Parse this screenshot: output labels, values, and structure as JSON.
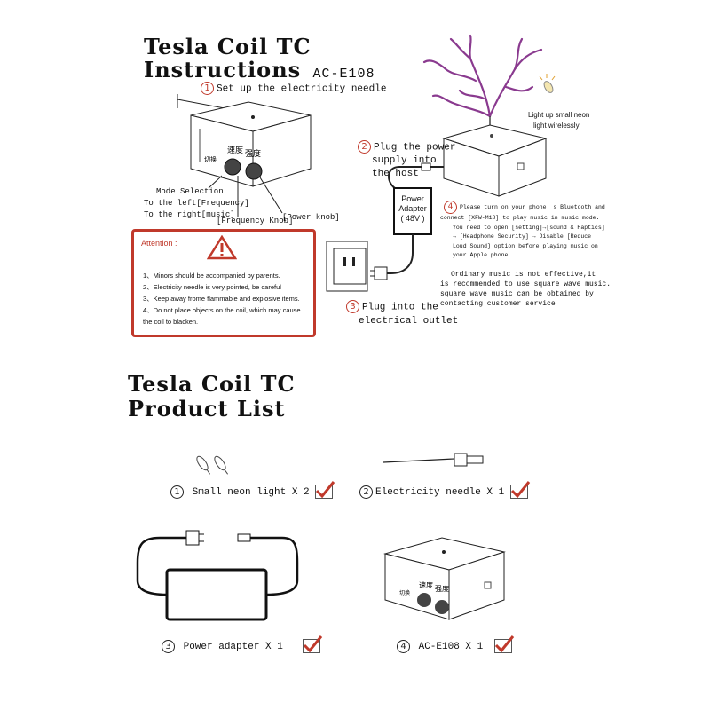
{
  "instructions": {
    "title_line1": "Tesla Coil TC",
    "title_line2": "Instructions",
    "model": "AC-E108",
    "step1": {
      "num": "1",
      "text": "Set up the electricity needle"
    },
    "step2": {
      "num": "2",
      "line1": "Plug the power",
      "line2": "supply into",
      "line3": "the host"
    },
    "step3": {
      "num": "3",
      "line1": "Plug into the",
      "line2": "electrical outlet"
    },
    "step4": {
      "num": "4",
      "line1": "Please turn on your phone' s Bluetooth and",
      "line2": "connect [XFW-M18] to play music in music mode.",
      "line3": "You need to open [setting]→[sound & Haptics]",
      "line4": "→ [Headphone Security] → Disable [Reduce",
      "line5": "Loud Sound] option before playing music on",
      "line6": "your Apple phone"
    },
    "note": {
      "line1": "Ordinary music is not effective,it",
      "line2": "is recommended to use square wave music.",
      "line3": "square wave music can be obtained by",
      "line4": "contacting customer service"
    },
    "neon_label_line1": "Light up small neon",
    "neon_label_line2": "light wirelessly",
    "adapter_line1": "Power",
    "adapter_line2": "Adapter",
    "adapter_line3": "( 48V )",
    "mode_line1": "Mode Selection",
    "mode_line2": "To the left[Frequency]",
    "mode_line3": "To the right[music]",
    "freq_knob": "[Frequency Knob]",
    "power_knob": "[Power knob]",
    "device_label_speed": "速度",
    "device_label_strength": "强度",
    "device_label_switch": "切换"
  },
  "attention": {
    "heading": "Attention :",
    "items": [
      "1、Minors should be accompanied by parents.",
      "2、Electricity needle is very pointed, be careful",
      "3、Keep away frome flammable and explosive items.",
      "4、Do not place objects on the coil, which may cause",
      "the coil to blacken."
    ]
  },
  "products": {
    "title_line1": "Tesla Coil TC",
    "title_line2": "Product List",
    "items": [
      {
        "num": "1",
        "label": "Small neon light X 2"
      },
      {
        "num": "2",
        "label": "Electricity needle X 1"
      },
      {
        "num": "3",
        "label": "Power adapter X 1"
      },
      {
        "num": "4",
        "label": "AC-E108 X 1"
      }
    ]
  },
  "colors": {
    "accent_red": "#c0392b",
    "arc_purple": "#8a3a8f"
  }
}
